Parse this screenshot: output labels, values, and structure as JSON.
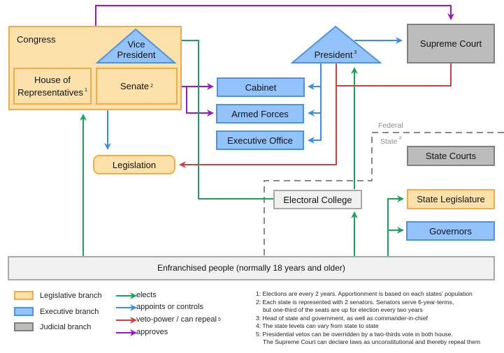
{
  "nodes": {
    "congress": "Congress",
    "vice_president": [
      "Vice",
      "President"
    ],
    "house": [
      "House of",
      "Representatives"
    ],
    "house_note": "1",
    "senate": "Senate",
    "senate_note": "2",
    "president": "President",
    "president_note": "3",
    "supreme_court": "Supreme Court",
    "cabinet": "Cabinet",
    "armed_forces": "Armed Forces",
    "executive_office": "Executive Office",
    "legislation": "Legislation",
    "electoral_college": "Electoral College",
    "state_courts": "State Courts",
    "state_legislature": "State Legislature",
    "governors": "Governors",
    "people": "Enfranchised people (normally 18 years and older)"
  },
  "regions": {
    "federal": "Federal",
    "state": "State",
    "state_note": "4"
  },
  "legend": {
    "branches": [
      {
        "label": "Legislative branch",
        "fill": "#fde1ab",
        "stroke": "#f2ac45"
      },
      {
        "label": "Executive branch",
        "fill": "#93c3f8",
        "stroke": "#4c93e0"
      },
      {
        "label": "Judicial branch",
        "fill": "#bcbcbc",
        "stroke": "#7f7f7f"
      }
    ],
    "arrows": [
      {
        "label": "elects",
        "color": "#1aa35a"
      },
      {
        "label": "appoints or controls",
        "color": "#3b8ee8"
      },
      {
        "label": "veto-power / can repeal",
        "color": "#d24040",
        "note": "5"
      },
      {
        "label": "approves",
        "color": "#9a16c6"
      }
    ]
  },
  "notes": [
    "1: Elections are every 2 years. Apportionment is based on each states' population",
    "2: Each state is represented with 2 senators. Senators serve 6-year-terms,",
    "but one-third of the seats are up for election every two years",
    "3: Head of state and government, as well as commander-in-chief",
    "4: The state levels can vary from state to state",
    "5: Presidential vetos can be overridden by a two-thirds vote in both house.",
    "The Supreme Court can declare laws as unconstitutional and thereby repeal them"
  ],
  "colors": {
    "elects": "#1aa35a",
    "appoints": "#3b8ee8",
    "veto": "#d24040",
    "approves": "#9a16c6"
  }
}
